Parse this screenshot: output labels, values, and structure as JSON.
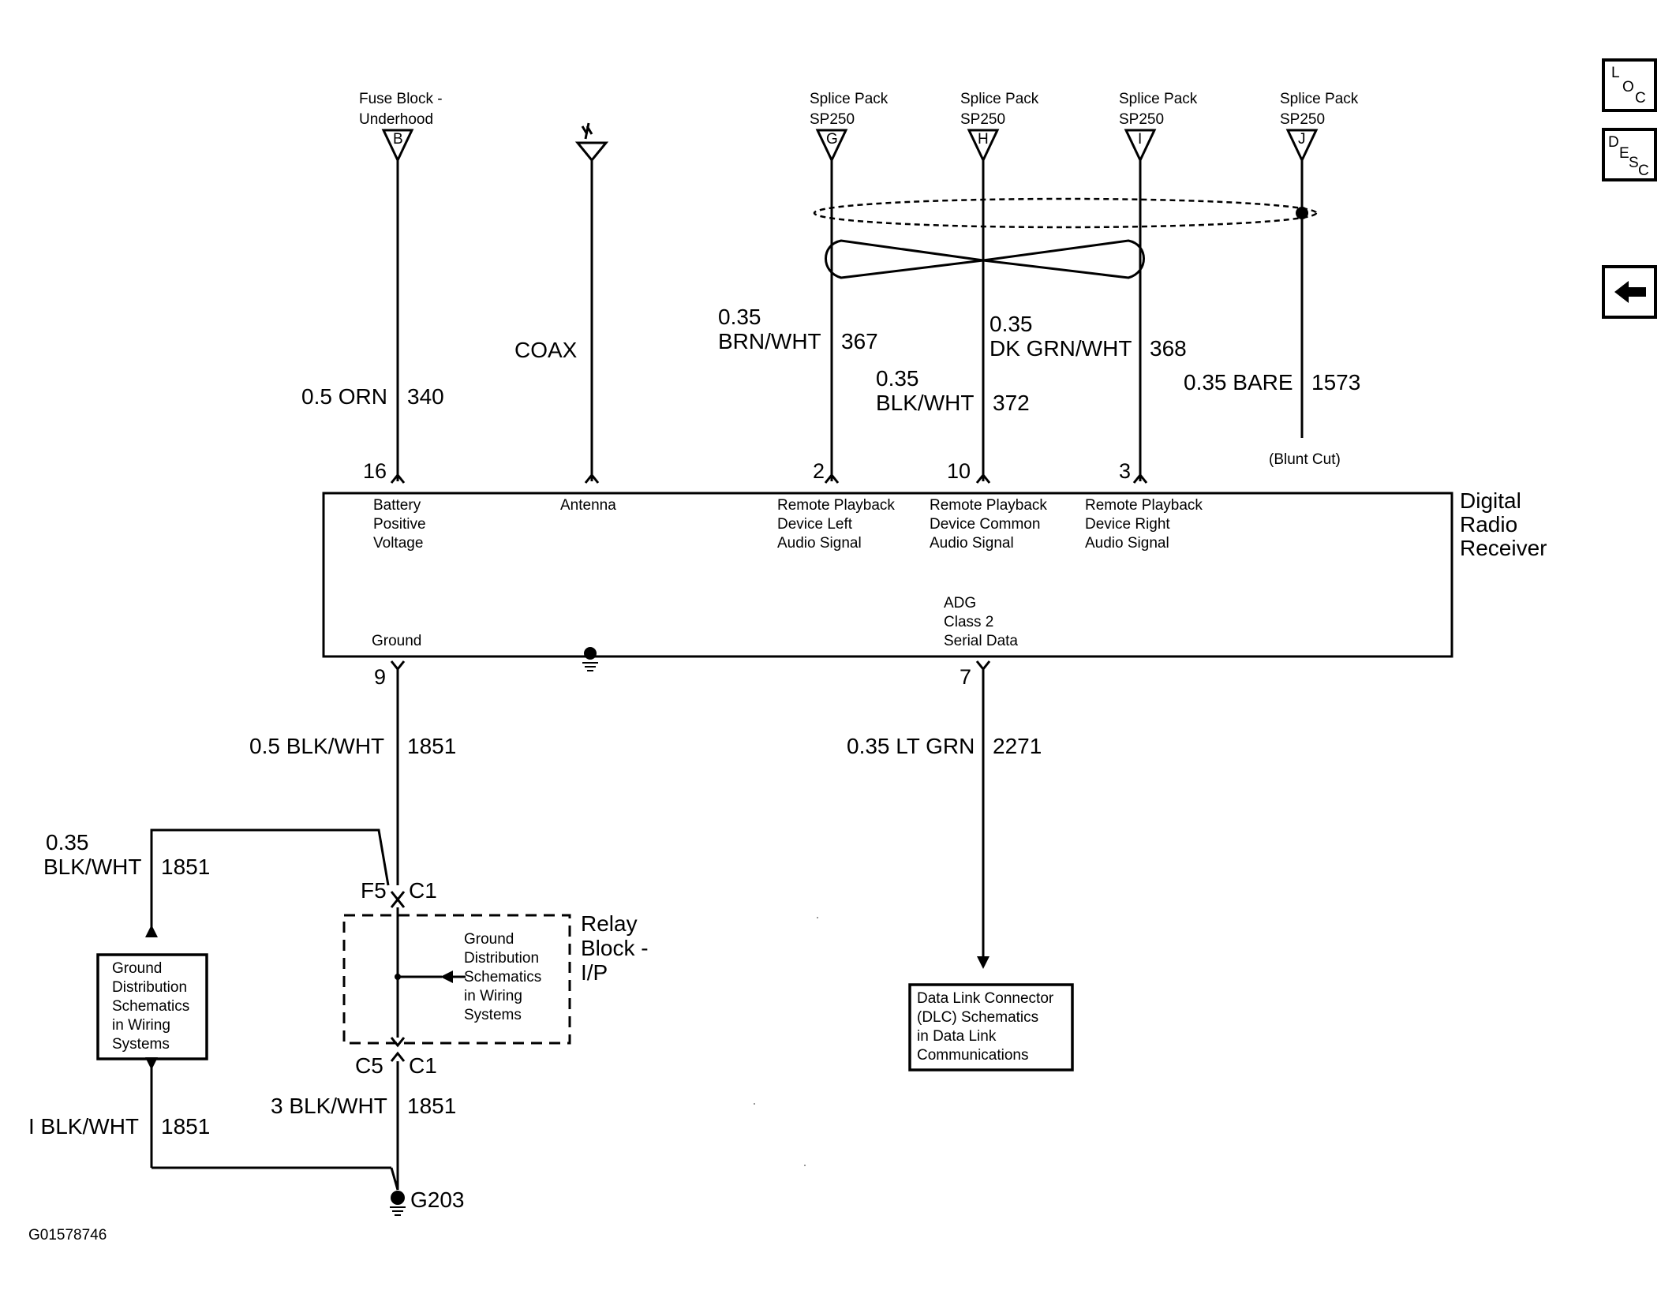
{
  "connectors_top": {
    "fuse": {
      "line1": "Fuse Block -",
      "line2": "Underhood",
      "letter": "B"
    },
    "sp_g": {
      "line1": "Splice Pack",
      "line2": "SP250",
      "letter": "G"
    },
    "sp_h": {
      "line1": "Splice Pack",
      "line2": "SP250",
      "letter": "H"
    },
    "sp_i": {
      "line1": "Splice Pack",
      "line2": "SP250",
      "letter": "I"
    },
    "sp_j": {
      "line1": "Splice Pack",
      "line2": "SP250",
      "letter": "J"
    }
  },
  "wires": {
    "orn": {
      "gauge_color": "0.5 ORN",
      "circuit": "340"
    },
    "coax": {
      "label": "COAX"
    },
    "brn": {
      "gauge": "0.35",
      "color": "BRN/WHT",
      "circuit": "367"
    },
    "blk372": {
      "gauge": "0.35",
      "color": "BLK/WHT",
      "circuit": "372"
    },
    "dkgrn": {
      "gauge": "0.35",
      "color": "DK GRN/WHT",
      "circuit": "368"
    },
    "bare": {
      "gauge_color": "0.35 BARE",
      "circuit": "1573"
    },
    "blunt_cut": "(Blunt Cut)",
    "gnd_main": {
      "gauge_color": "0.5 BLK/WHT",
      "circuit": "1851"
    },
    "ltgrn": {
      "gauge_color": "0.35 LT GRN",
      "circuit": "2271"
    },
    "left_upper": {
      "gauge": "0.35",
      "color": "BLK/WHT",
      "circuit": "1851"
    },
    "left_lower": {
      "gauge_color": "I BLK/WHT",
      "circuit": "1851"
    },
    "bottom": {
      "gauge_color": "3 BLK/WHT",
      "circuit": "1851"
    }
  },
  "pins": {
    "p16": "16",
    "p2": "2",
    "p10": "10",
    "p3": "3",
    "p9": "9",
    "p7": "7"
  },
  "module": {
    "name_l1": "Digital",
    "name_l2": "Radio",
    "name_l3": "Receiver",
    "battery": [
      "Battery",
      "Positive",
      "Voltage"
    ],
    "antenna": "Antenna",
    "left_audio": [
      "Remote Playback",
      "Device Left",
      "Audio Signal"
    ],
    "common_audio": [
      "Remote Playback",
      "Device Common",
      "Audio Signal"
    ],
    "right_audio": [
      "Remote Playback",
      "Device Right",
      "Audio Signal"
    ],
    "ground": "Ground",
    "serial": [
      "ADG",
      "Class 2",
      "Serial Data"
    ]
  },
  "relay_block": {
    "f5": "F5",
    "c1_top": "C1",
    "c5": "C5",
    "c1_bot": "C1",
    "name": [
      "Relay",
      "Block -",
      "I/P"
    ],
    "note": [
      "Ground",
      "Distribution",
      "Schematics",
      "in Wiring",
      "Systems"
    ]
  },
  "left_box": [
    "Ground",
    "Distribution",
    "Schematics",
    "in Wiring",
    "Systems"
  ],
  "dlc_box": [
    "Data Link Connector",
    "(DLC) Schematics",
    "in Data Link",
    "Communications"
  ],
  "ground_label": "G203",
  "figure_id": "G01578746",
  "nav": {
    "loc": {
      "l": "L",
      "o": "O",
      "c": "C",
      "icon": "loc-icon"
    },
    "desc": {
      "d": "D",
      "e": "E",
      "s": "S",
      "c": "C",
      "icon": "desc-icon"
    },
    "back": {
      "icon": "back-arrow-icon"
    }
  }
}
